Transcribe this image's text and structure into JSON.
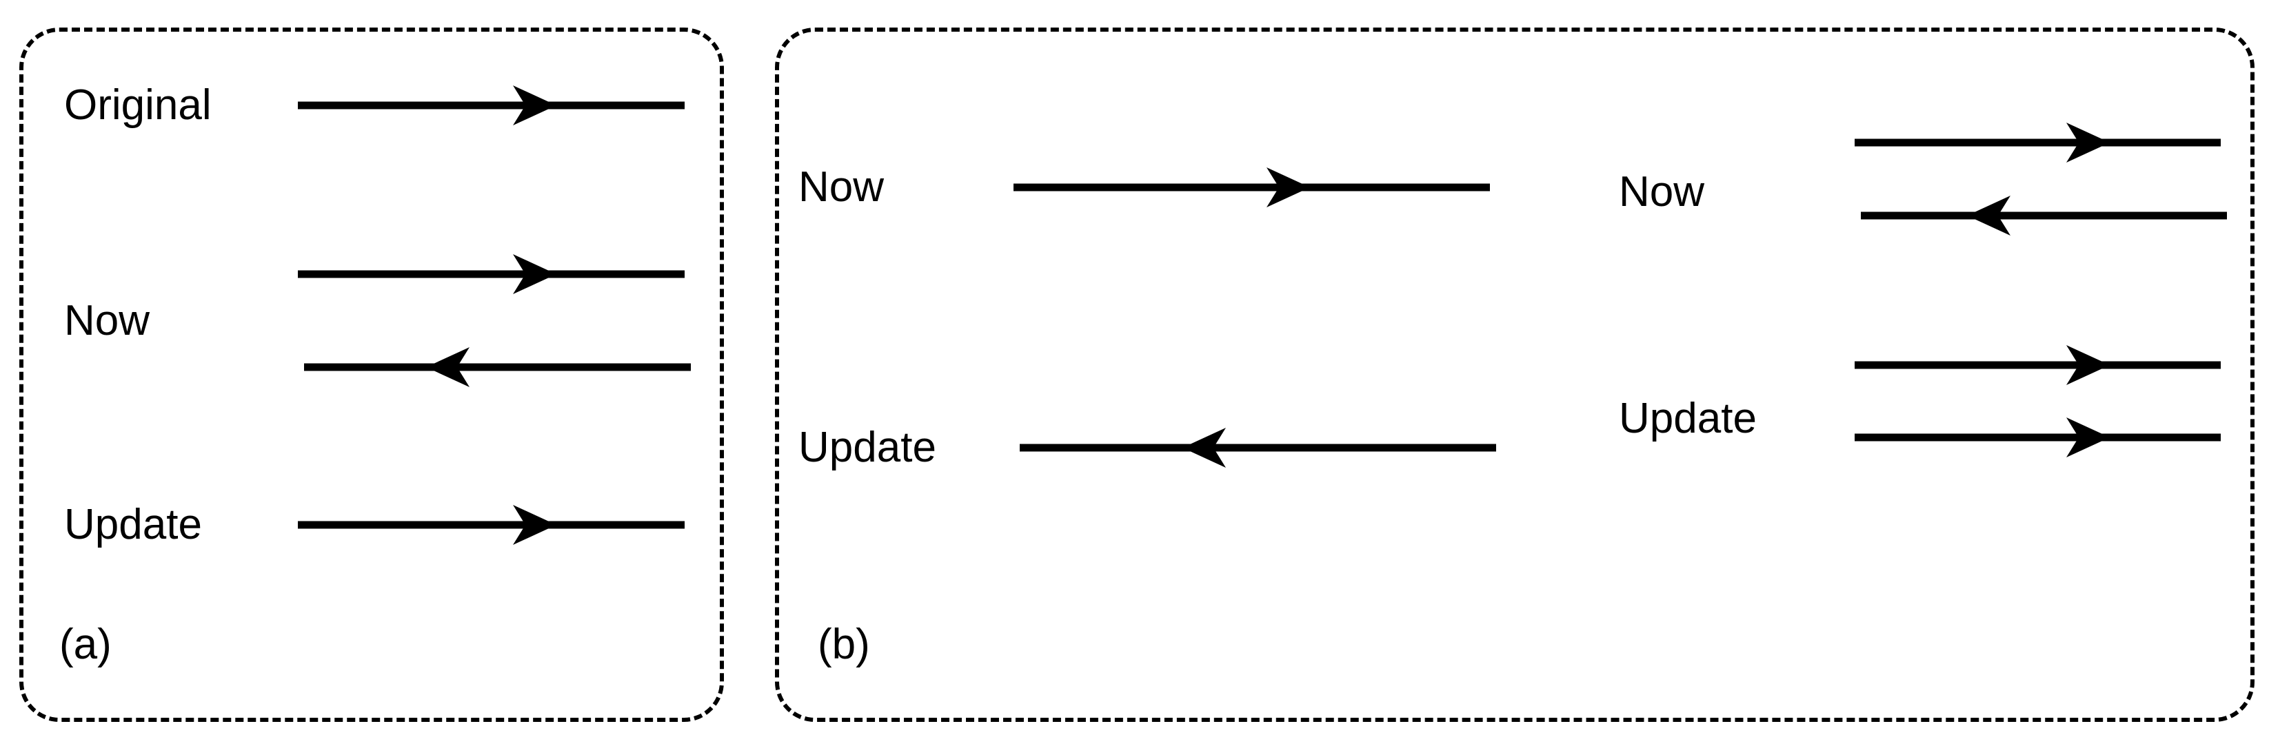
{
  "figure": {
    "title": "Message flow direction diagram",
    "background_color": "#ffffff",
    "stroke_color": "#000000",
    "panel_border_style": "dashed rounded rectangle"
  },
  "panels": [
    {
      "id": "a",
      "caption": "(a)",
      "groups": [
        {
          "label": "Original",
          "arrows": [
            {
              "direction": "right",
              "head_position": 0.45
            }
          ]
        },
        {
          "label": "Now",
          "arrows": [
            {
              "direction": "right",
              "head_position": 0.45
            },
            {
              "direction": "left",
              "head_position": 0.32
            }
          ]
        },
        {
          "label": "Update",
          "arrows": [
            {
              "direction": "right",
              "head_position": 0.45
            }
          ]
        }
      ]
    },
    {
      "id": "b",
      "caption": "(b)",
      "groups": [
        {
          "label": "Now",
          "column": "left",
          "arrows": [
            {
              "direction": "right",
              "head_position": 0.52
            }
          ]
        },
        {
          "label": "Update",
          "column": "left",
          "arrows": [
            {
              "direction": "left",
              "head_position": 0.35
            }
          ]
        },
        {
          "label": "Now",
          "column": "right",
          "arrows": [
            {
              "direction": "right",
              "head_position": 0.57
            },
            {
              "direction": "left",
              "head_position": 0.42
            }
          ]
        },
        {
          "label": "Update",
          "column": "right",
          "arrows": [
            {
              "direction": "right",
              "head_position": 0.57
            },
            {
              "direction": "right",
              "head_position": 0.57
            }
          ]
        }
      ]
    }
  ],
  "labels": {
    "panel_a_caption": "(a)",
    "panel_b_caption": "(b)",
    "a_original": "Original",
    "a_now": "Now",
    "a_update": "Update",
    "b_left_now": "Now",
    "b_left_update": "Update",
    "b_right_now": "Now",
    "b_right_update": "Update"
  }
}
